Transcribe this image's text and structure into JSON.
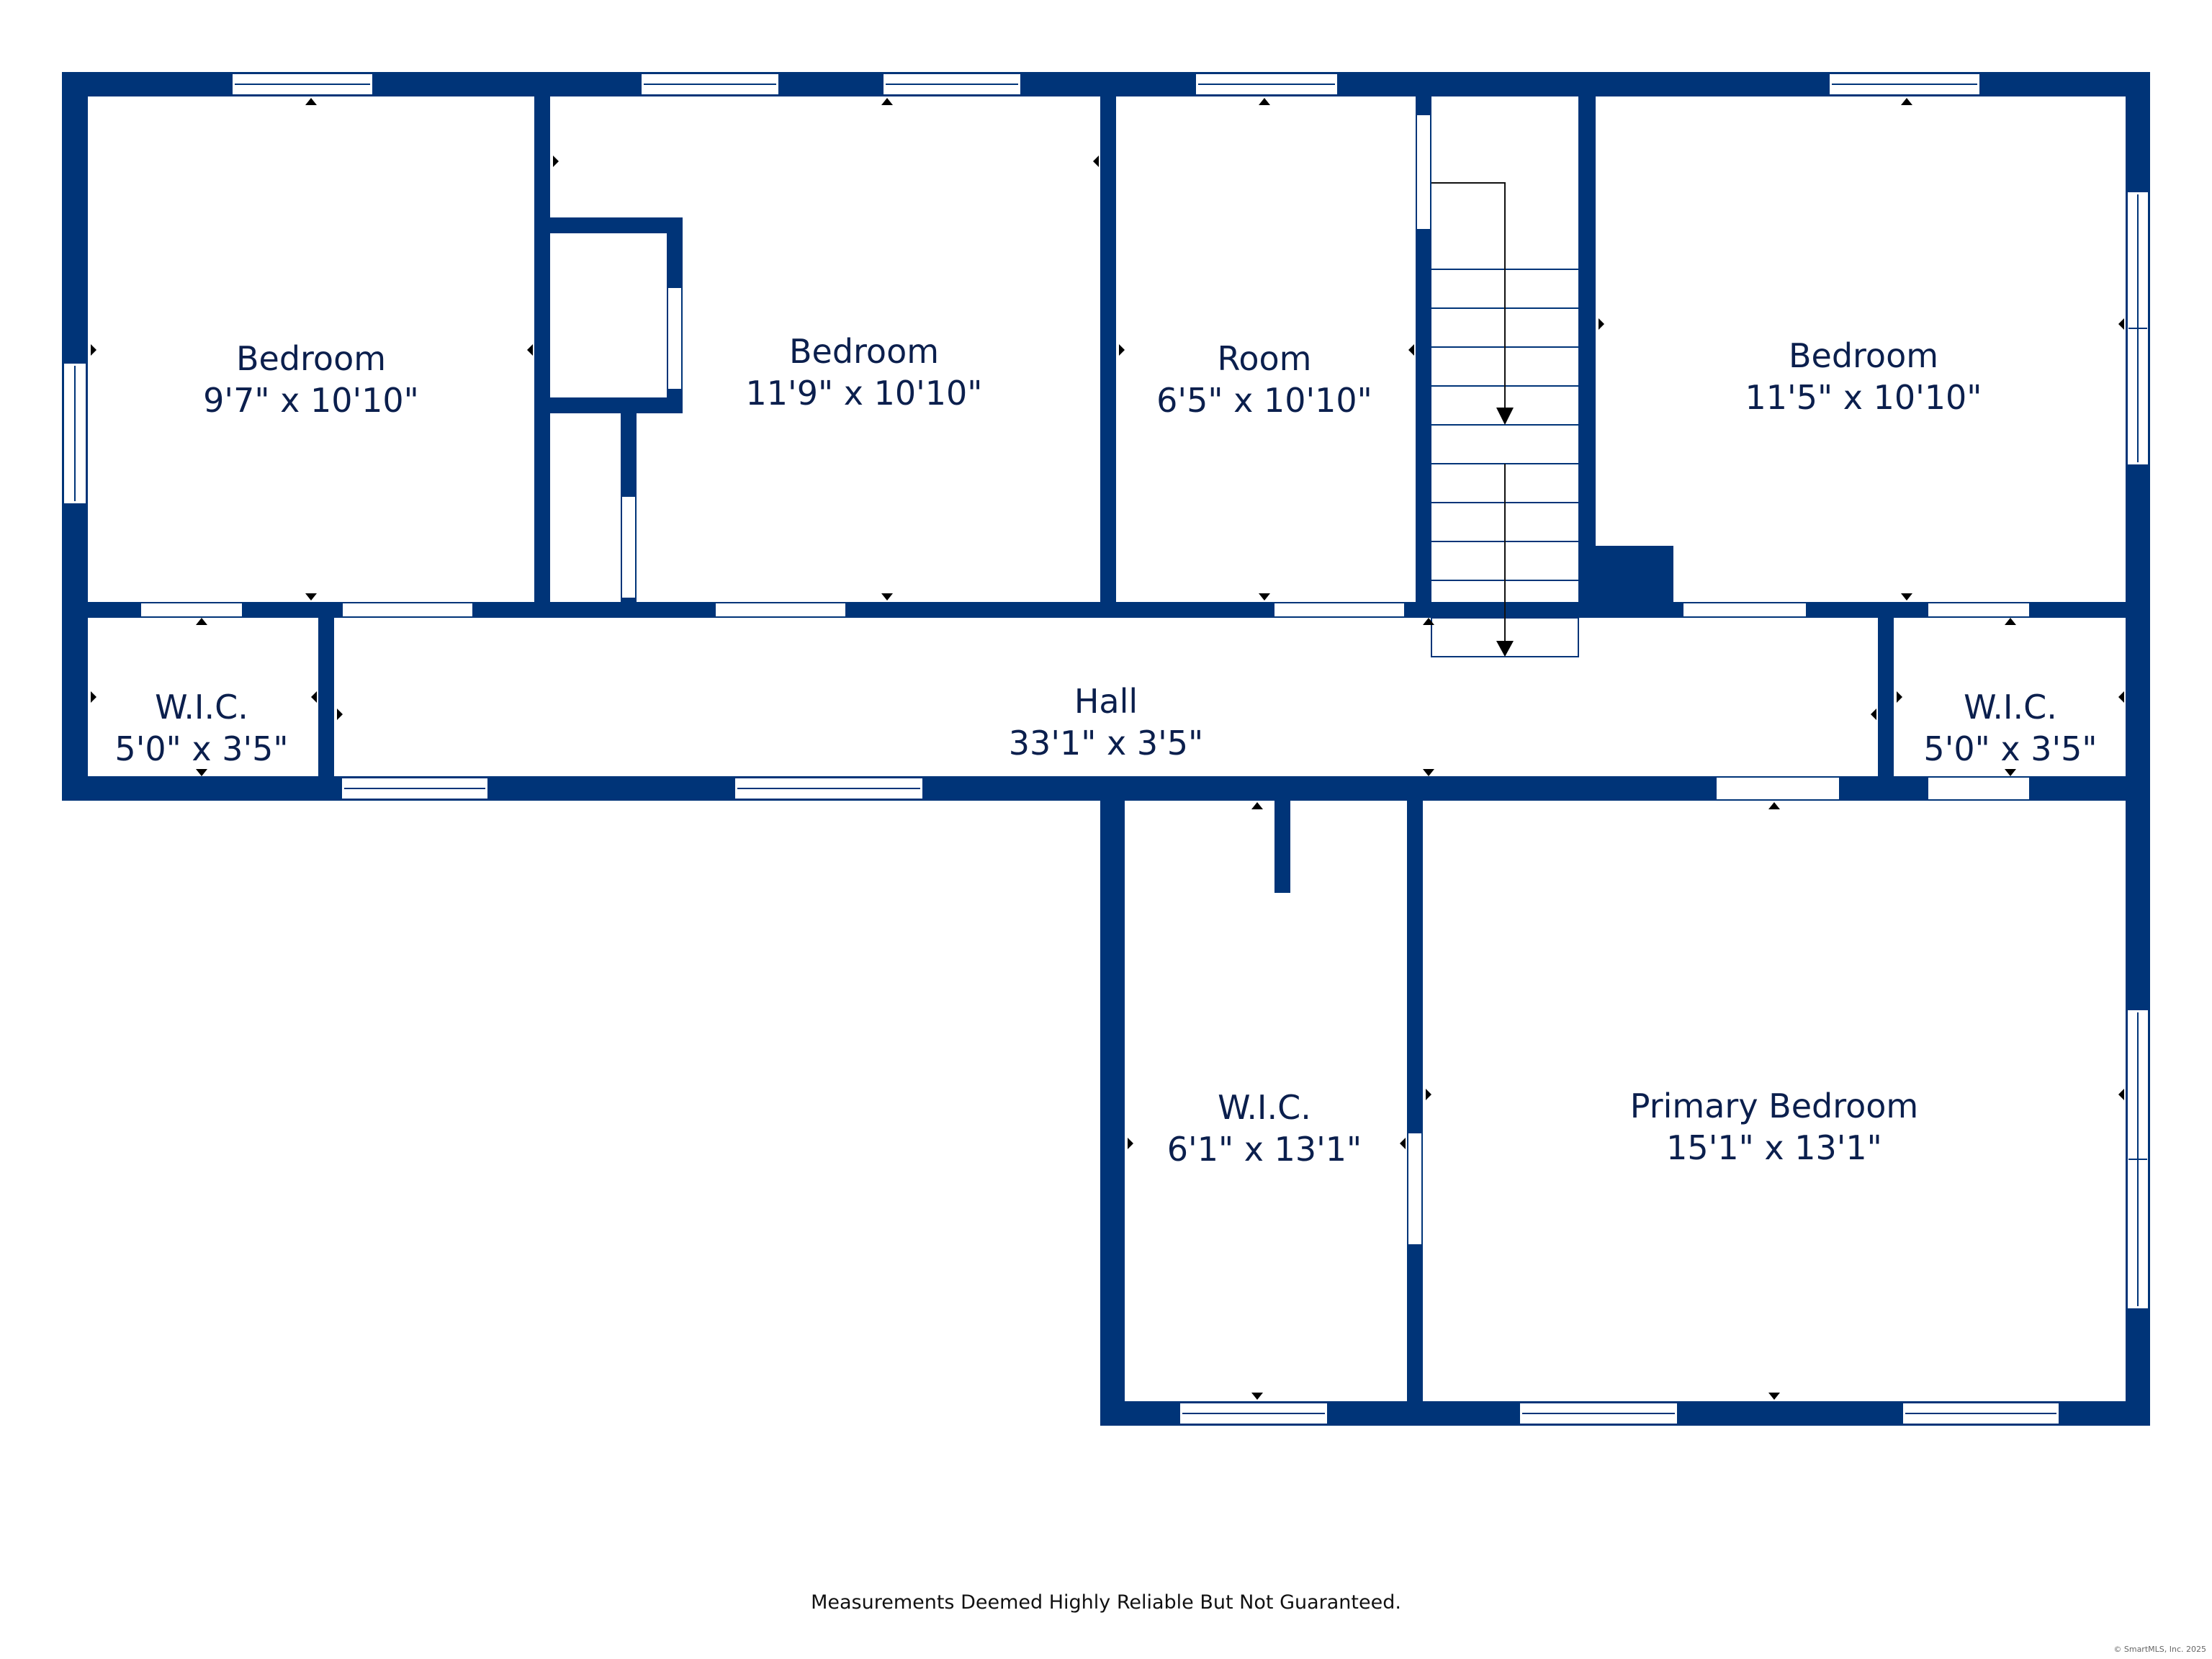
{
  "rooms": [
    {
      "id": "bedroom-1",
      "name": "Bedroom",
      "dims": "9'7\" x 10'10\""
    },
    {
      "id": "bedroom-2",
      "name": "Bedroom",
      "dims": "11'9\" x 10'10\""
    },
    {
      "id": "room",
      "name": "Room",
      "dims": "6'5\" x 10'10\""
    },
    {
      "id": "bedroom-3",
      "name": "Bedroom",
      "dims": "11'5\" x 10'10\""
    },
    {
      "id": "wic-left",
      "name": "W.I.C.",
      "dims": "5'0\" x 3'5\""
    },
    {
      "id": "hall",
      "name": "Hall",
      "dims": "33'1\" x 3'5\""
    },
    {
      "id": "wic-right",
      "name": "W.I.C.",
      "dims": "5'0\" x 3'5\""
    },
    {
      "id": "wic-bottom",
      "name": "W.I.C.",
      "dims": "6'1\" x 13'1\""
    },
    {
      "id": "primary-bedroom",
      "name": "Primary Bedroom",
      "dims": "15'1\" x 13'1\""
    }
  ],
  "footer": {
    "disclaimer": "Measurements Deemed Highly Reliable But Not Guaranteed.",
    "copyright": "© SmartMLS, Inc. 2025"
  },
  "colors": {
    "wall": "#003478",
    "label": "#0b1f4d"
  }
}
